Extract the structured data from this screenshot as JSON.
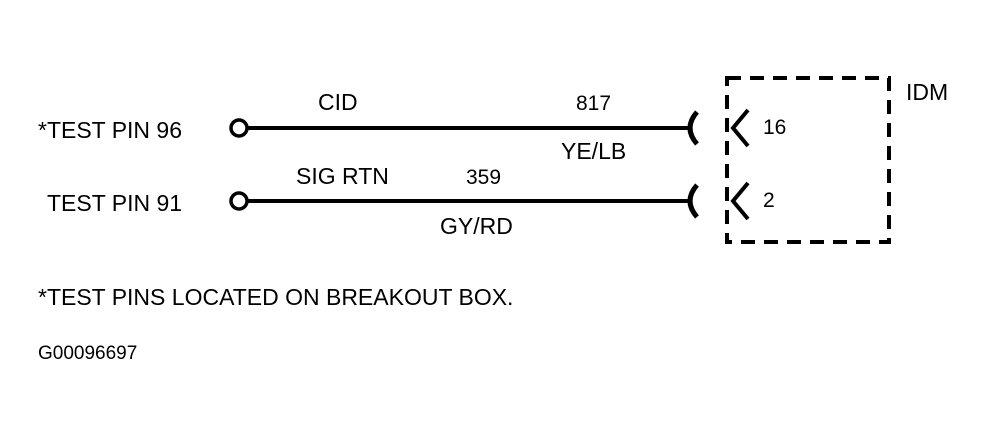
{
  "diagram": {
    "wires": [
      {
        "test_pin_label": "*TEST PIN 96",
        "circuit_name": "CID",
        "circuit_number": "817",
        "wire_color": "YE/LB",
        "connector_pin": "16"
      },
      {
        "test_pin_label": "TEST PIN 91",
        "circuit_name": "SIG RTN",
        "circuit_number": "359",
        "wire_color": "GY/RD",
        "connector_pin": "2"
      }
    ],
    "module_label": "IDM",
    "footnote": "*TEST PINS LOCATED ON BREAKOUT BOX.",
    "figure_code": "G00096697",
    "line_color": "#000000"
  }
}
